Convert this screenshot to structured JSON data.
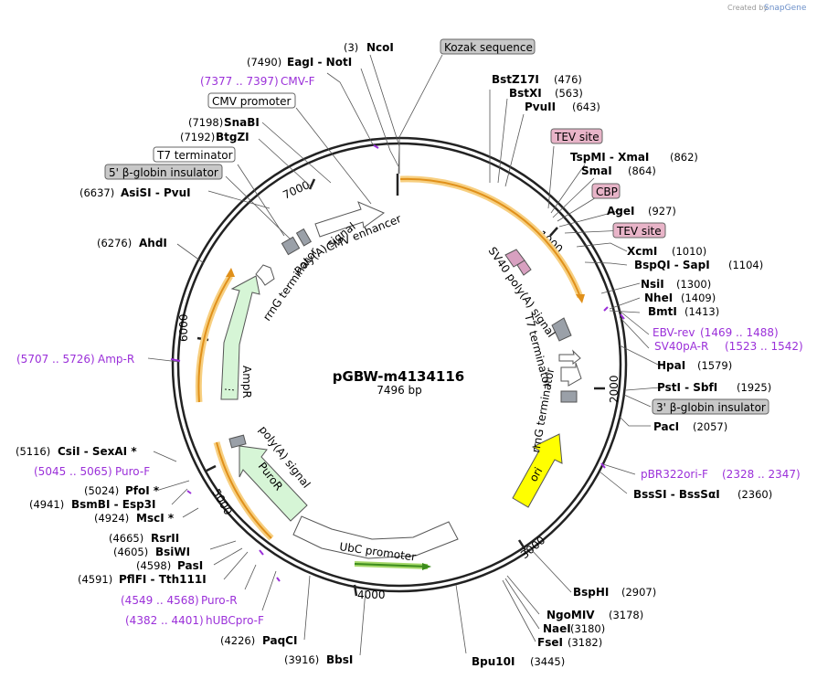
{
  "plasmid": {
    "name": "pGBW-m4134116",
    "length_label": "7496 bp"
  },
  "credit": {
    "prefix": "Created by",
    "brand": "SnapGene"
  },
  "site_labels": [
    {
      "pos": "(3)",
      "name": "NcoI"
    },
    {
      "pos": "(7490)",
      "name": "EagI  - NotI"
    },
    {
      "pos": "(7198)",
      "name": "SnaBI"
    },
    {
      "pos": "(7192)",
      "name": "BtgZI"
    },
    {
      "pos": "(6637)",
      "name": "AsiSI  - PvuI"
    },
    {
      "pos": "(6276)",
      "name": "AhdI"
    },
    {
      "pos": "(5116)",
      "name": "CsiI  - SexAI *"
    },
    {
      "pos": "(5024)",
      "name": "PfoI *"
    },
    {
      "pos": "(4941)",
      "name": "BsmBI  - Esp3I"
    },
    {
      "pos": "(4924)",
      "name": "MscI *"
    },
    {
      "pos": "(4665)",
      "name": "RsrII"
    },
    {
      "pos": "(4605)",
      "name": "BsiWI"
    },
    {
      "pos": "(4598)",
      "name": "PasI"
    },
    {
      "pos": "(4591)",
      "name": "PflFI  - Tth111I"
    },
    {
      "pos": "(4226)",
      "name": "PaqCI"
    },
    {
      "pos": "(3916)",
      "name": "BbsI"
    },
    {
      "pos": "(476)",
      "name": "BstZ17I"
    },
    {
      "pos": "(563)",
      "name": "BstXI"
    },
    {
      "pos": "(643)",
      "name": "PvuII"
    },
    {
      "pos": "(862)",
      "name": "TspMI  - XmaI"
    },
    {
      "pos": "(864)",
      "name": "SmaI"
    },
    {
      "pos": "(927)",
      "name": "AgeI"
    },
    {
      "pos": "(1010)",
      "name": "XcmI"
    },
    {
      "pos": "(1104)",
      "name": "BspQI  - SapI"
    },
    {
      "pos": "(1300)",
      "name": "NsiI"
    },
    {
      "pos": "(1409)",
      "name": "NheI"
    },
    {
      "pos": "(1413)",
      "name": "BmtI"
    },
    {
      "pos": "(1579)",
      "name": "HpaI"
    },
    {
      "pos": "(1925)",
      "name": "PstI  - SbfI"
    },
    {
      "pos": "(2057)",
      "name": "PacI"
    },
    {
      "pos": "(2360)",
      "name": "BssSI  - BssSαI"
    },
    {
      "pos": "(2907)",
      "name": "BspHI"
    },
    {
      "pos": "(3178)",
      "name": "NgoMIV"
    },
    {
      "pos": "(3180)",
      "name": "NaeI"
    },
    {
      "pos": "(3182)",
      "name": "FseI"
    },
    {
      "pos": "(3445)",
      "name": "Bpu10I"
    }
  ],
  "primer_labels": [
    {
      "range": "(7377 .. 7397)",
      "name": "CMV-F"
    },
    {
      "range": "(5707 .. 5726)",
      "name": "Amp-R"
    },
    {
      "range": "(5045 .. 5065)",
      "name": "Puro-F"
    },
    {
      "range": "(4549 .. 4568)",
      "name": "Puro-R"
    },
    {
      "range": "(4382 .. 4401)",
      "name": "hUBCpro-F"
    },
    {
      "range": "(1469 .. 1488)",
      "name": "EBV-rev"
    },
    {
      "range": "(1523 .. 1542)",
      "name": "SV40pA-R"
    },
    {
      "range": "(2328 .. 2347)",
      "name": "pBR322ori-F"
    }
  ],
  "boxed_features": [
    {
      "text": "Kozak sequence",
      "style": "gray"
    },
    {
      "text": "CMV promoter",
      "style": "white"
    },
    {
      "text": "T7 terminator",
      "style": "white"
    },
    {
      "text": "5' β-globin insulator",
      "style": "gray"
    },
    {
      "text": "TEV site",
      "style": "pink"
    },
    {
      "text": "CBP",
      "style": "pink"
    },
    {
      "text": "TEV site",
      "style": "pink"
    },
    {
      "text": "3' β-globin insulator",
      "style": "gray"
    }
  ],
  "inner_features": [
    "CMV enhancer",
    "poly(A) signal",
    "rrnG terminator",
    "SV40 poly(A) signal",
    "T7 terminator",
    "rrnG terminator",
    "AmpR",
    "poly(A) signal",
    "PuroR",
    "UbC promoter",
    "ori"
  ],
  "ticks": [
    "1000",
    "2000",
    "3000",
    "4000",
    "5000",
    "6000",
    "7000"
  ],
  "colors": {
    "primer": "#9b30d9",
    "orf": "#f0a830",
    "gray_feature": "#c8c8c8",
    "pink_feature": "#e8b4c8",
    "green_feature": "#d6f5d6",
    "ori": "#ffff00",
    "backbone": "#222222"
  }
}
